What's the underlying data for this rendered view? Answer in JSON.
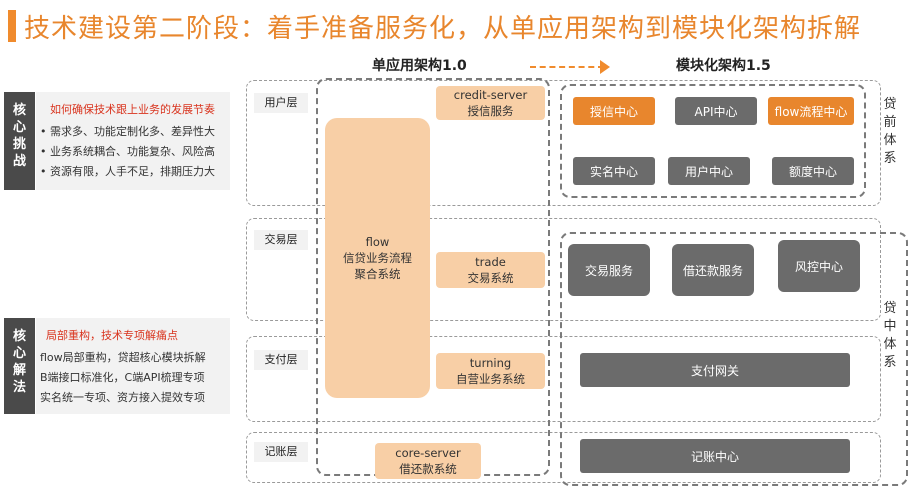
{
  "title": "技术建设第二阶段：着手准备服务化，从单应用架构到模块化架构拆解",
  "headers": {
    "left": "单应用架构1.0",
    "right": "模块化架构1.5"
  },
  "challenge": {
    "tab": [
      "核",
      "心",
      "挑",
      "战"
    ],
    "heading": "如何确保技术跟上业务的发展节奏",
    "items": [
      "需求多、功能定制化多、差异性大",
      "业务系统耦合、功能复杂、风险高",
      "资源有限，人手不足，排期压力大"
    ]
  },
  "solution": {
    "tab": [
      "核",
      "心",
      "解",
      "法"
    ],
    "heading": "局部重构，技术专项解痛点",
    "items": [
      "flow局部重构，贷超核心模块拆解",
      "B端接口标准化，C端API梳理专项",
      "实名统一专项、资方接入提效专项"
    ]
  },
  "layers": [
    "用户层",
    "交易层",
    "支付层",
    "记账层"
  ],
  "monolith": {
    "flow": [
      "flow",
      "信贷业务流程",
      "聚合系统"
    ],
    "credit": [
      "credit-server",
      "授信服务"
    ],
    "trade": [
      "trade",
      "交易系统"
    ],
    "turning": [
      "turning",
      "自营业务系统"
    ],
    "core": [
      "core-server",
      "借还款系统"
    ]
  },
  "modules": {
    "pre": [
      "授信中心",
      "API中心",
      "flow流程中心",
      "实名中心",
      "用户中心",
      "额度中心"
    ],
    "mid": [
      "交易服务",
      "借还款服务",
      "风控中心"
    ],
    "pay": "支付网关",
    "ledger": "记账中心"
  },
  "systems": {
    "pre": [
      "贷",
      "前",
      "体",
      "系"
    ],
    "mid": [
      "贷",
      "中",
      "体",
      "系"
    ]
  },
  "colors": {
    "accent": "#e8862d",
    "module": "#6b6b6b",
    "block": "#f8cfa6"
  }
}
